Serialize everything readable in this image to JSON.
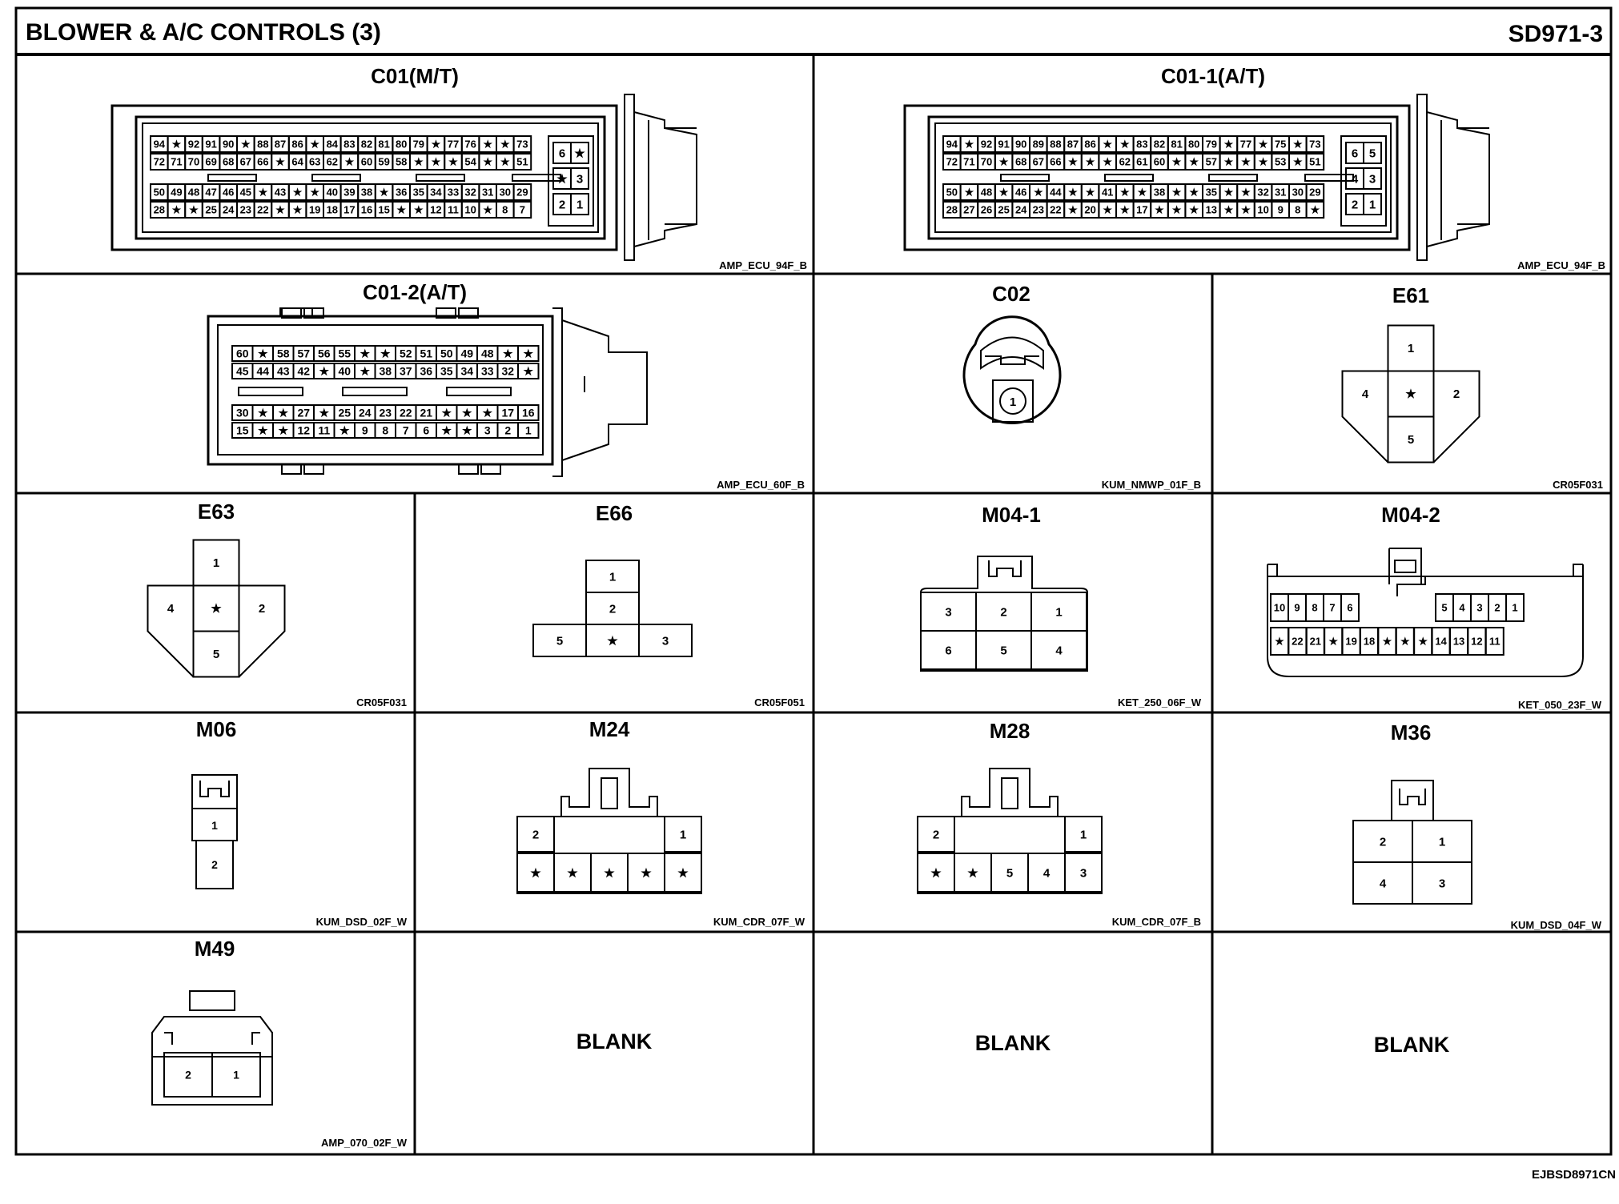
{
  "header": {
    "title": "BLOWER & A/C CONTROLS (3)",
    "code": "SD971-3"
  },
  "footer": {
    "doc_id": "EJBSD8971CN"
  },
  "blank_label": "BLANK",
  "connectors": [
    {
      "id": "C01(M/T)",
      "part": "AMP_ECU_94F_B",
      "row1": [
        "94",
        "★",
        "92",
        "91",
        "90",
        "★",
        "88",
        "87",
        "86",
        "★",
        "84",
        "83",
        "82",
        "81",
        "80",
        "79",
        "★",
        "77",
        "76",
        "★",
        "★",
        "73"
      ],
      "row2": [
        "72",
        "71",
        "70",
        "69",
        "68",
        "67",
        "66",
        "★",
        "64",
        "63",
        "62",
        "★",
        "60",
        "59",
        "58",
        "★",
        "★",
        "★",
        "54",
        "★",
        "★",
        "51"
      ],
      "row3": [
        "50",
        "49",
        "48",
        "47",
        "46",
        "45",
        "★",
        "43",
        "★",
        "★",
        "40",
        "39",
        "38",
        "★",
        "36",
        "35",
        "34",
        "33",
        "32",
        "31",
        "30",
        "29"
      ],
      "row4": [
        "28",
        "★",
        "★",
        "25",
        "24",
        "23",
        "22",
        "★",
        "★",
        "19",
        "18",
        "17",
        "16",
        "15",
        "★",
        "★",
        "12",
        "11",
        "10",
        "★",
        "8",
        "7"
      ],
      "side": [
        "6",
        "★",
        "★",
        "3",
        "2",
        "1"
      ]
    },
    {
      "id": "C01-1(A/T)",
      "part": "AMP_ECU_94F_B",
      "row1": [
        "94",
        "★",
        "92",
        "91",
        "90",
        "89",
        "88",
        "87",
        "86",
        "★",
        "★",
        "83",
        "82",
        "81",
        "80",
        "79",
        "★",
        "77",
        "★",
        "75",
        "★",
        "73"
      ],
      "row2": [
        "72",
        "71",
        "70",
        "★",
        "68",
        "67",
        "66",
        "★",
        "★",
        "★",
        "62",
        "61",
        "60",
        "★",
        "★",
        "57",
        "★",
        "★",
        "★",
        "53",
        "★",
        "51"
      ],
      "row3": [
        "50",
        "★",
        "48",
        "★",
        "46",
        "★",
        "44",
        "★",
        "★",
        "41",
        "★",
        "★",
        "38",
        "★",
        "★",
        "35",
        "★",
        "★",
        "32",
        "31",
        "30",
        "29"
      ],
      "row4": [
        "28",
        "27",
        "26",
        "25",
        "24",
        "23",
        "22",
        "★",
        "20",
        "★",
        "★",
        "17",
        "★",
        "★",
        "★",
        "13",
        "★",
        "★",
        "10",
        "9",
        "8",
        "★"
      ],
      "side": [
        "6",
        "5",
        "4",
        "3",
        "2",
        "1"
      ]
    },
    {
      "id": "C01-2(A/T)",
      "part": "AMP_ECU_60F_B",
      "row1": [
        "60",
        "★",
        "58",
        "57",
        "56",
        "55",
        "★",
        "★",
        "52",
        "51",
        "50",
        "49",
        "48",
        "★",
        "★"
      ],
      "row2": [
        "45",
        "44",
        "43",
        "42",
        "★",
        "40",
        "★",
        "38",
        "37",
        "36",
        "35",
        "34",
        "33",
        "32",
        "★"
      ],
      "row3": [
        "30",
        "★",
        "★",
        "27",
        "★",
        "25",
        "24",
        "23",
        "22",
        "21",
        "★",
        "★",
        "★",
        "17",
        "16"
      ],
      "row4": [
        "15",
        "★",
        "★",
        "12",
        "11",
        "★",
        "9",
        "8",
        "7",
        "6",
        "★",
        "★",
        "3",
        "2",
        "1"
      ]
    },
    {
      "id": "C02",
      "part": "KUM_NMWP_01F_B",
      "pins": [
        "1"
      ]
    },
    {
      "id": "E61",
      "part": "CR05F031",
      "pins": [
        "1",
        "4",
        "★",
        "2",
        "5"
      ]
    },
    {
      "id": "E63",
      "part": "CR05F031",
      "pins": [
        "1",
        "4",
        "★",
        "2",
        "5"
      ]
    },
    {
      "id": "E66",
      "part": "CR05F051",
      "pins": [
        "1",
        "2",
        "5",
        "★",
        "3"
      ]
    },
    {
      "id": "M04-1",
      "part": "KET_250_06F_W",
      "pins": [
        "3",
        "2",
        "1",
        "6",
        "5",
        "4"
      ]
    },
    {
      "id": "M04-2",
      "part": "KET_050_23F_W",
      "top": [
        "10",
        "9",
        "8",
        "7",
        "6",
        "5",
        "4",
        "3",
        "2",
        "1"
      ],
      "bottom": [
        "★",
        "22",
        "21",
        "★",
        "19",
        "18",
        "★",
        "★",
        "★",
        "14",
        "13",
        "12",
        "11"
      ]
    },
    {
      "id": "M06",
      "part": "KUM_DSD_02F_W",
      "pins": [
        "1",
        "2"
      ]
    },
    {
      "id": "M24",
      "part": "KUM_CDR_07F_W",
      "top": [
        "2",
        "1"
      ],
      "bottom": [
        "★",
        "★",
        "★",
        "★",
        "★"
      ]
    },
    {
      "id": "M28",
      "part": "KUM_CDR_07F_B",
      "top": [
        "2",
        "1"
      ],
      "bottom": [
        "★",
        "★",
        "5",
        "4",
        "3"
      ]
    },
    {
      "id": "M36",
      "part": "KUM_DSD_04F_W",
      "pins": [
        "2",
        "1",
        "4",
        "3"
      ]
    },
    {
      "id": "M49",
      "part": "AMP_070_02F_W",
      "pins": [
        "2",
        "1"
      ]
    }
  ]
}
